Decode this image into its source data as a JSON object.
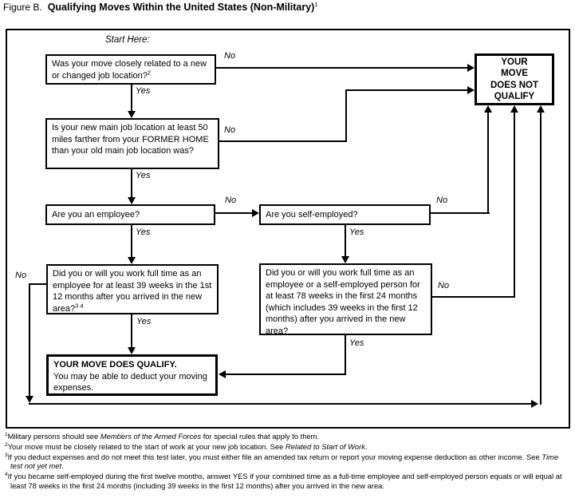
{
  "title": {
    "prefix": "Figure B.",
    "main": "Qualifying Moves Within the United States (Non-Military)",
    "sup": "1"
  },
  "start_label": "Start Here:",
  "labels": {
    "yes": "Yes",
    "no": "No"
  },
  "nodes": {
    "q1": {
      "text": "Was your move closely related to a new or changed job location?",
      "sup": "2"
    },
    "q2": {
      "text": "Is your new main job location at least 50 miles farther from your FORMER HOME than your old main job location was?"
    },
    "q3": {
      "text": "Are you an employee?"
    },
    "q4": {
      "text": "Are you self-employed?"
    },
    "q5": {
      "text": "Did you or will you work full time as an employee for at least 39 weeks in the 1st 12 months after you arrived in the new area?",
      "sup": "3 4"
    },
    "q6": {
      "text": "Did you or will you work full time as an employee or a self-employed person for at least 78 weeks in the first 24 months (which includes 39 weeks in the first 12 months) after you arrived in the new area?"
    },
    "qualify": {
      "heading": "YOUR MOVE DOES QUALIFY.",
      "text": "You may be able to deduct your moving expenses."
    },
    "not_qualify": {
      "text": "YOUR\nMOVE\nDOES NOT\nQUALIFY"
    }
  },
  "footnotes": [
    {
      "num": "1",
      "pre": "Military persons should see ",
      "italic": "Members of the Armed Forces",
      "post": " for special rules that apply to them."
    },
    {
      "num": "2",
      "pre": "Your move must be closely related to the start of work at your new job location. See ",
      "italic": "Related to Start of Work",
      "post": "."
    },
    {
      "num": "3",
      "pre": "If you deduct expenses and do not meet this test later, you must either file an amended tax return or report your moving expense deduction as other income. See ",
      "italic": "Time test not yet met",
      "post": "."
    },
    {
      "num": "4",
      "pre": "If you became self-employed during the first twelve months, answer YES if your combined time as a full-time employee and self-employed person equals or will equal at least 78 weeks in the first 24 months (including 39 weeks in the first 12 months) after you arrived in the new area.",
      "italic": "",
      "post": ""
    }
  ]
}
